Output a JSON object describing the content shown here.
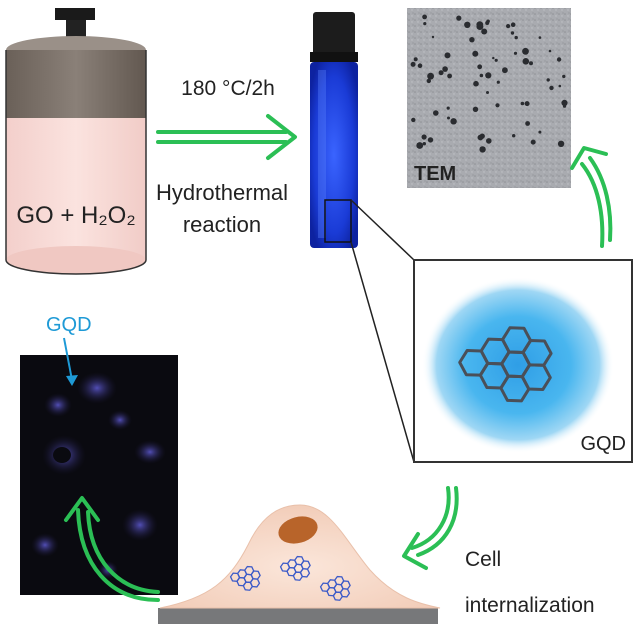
{
  "reactor": {
    "label": "GO + H₂O₂"
  },
  "reaction": {
    "condition": "180 °C/2h",
    "line1": "Hydrothermal",
    "line2": "reaction"
  },
  "tem": {
    "label": "TEM"
  },
  "gqd_zoom": {
    "label": "GQD"
  },
  "fluorescence": {
    "label": "GQD"
  },
  "cell": {
    "line1": "Cell",
    "line2": "internalization"
  },
  "colors": {
    "arrow_green": "#2bbf55",
    "vial_blue": "#1c3fd8",
    "glow_blue": "#29a9e8",
    "cell_pink": "#f6dccc",
    "nucleus_brown": "#b8642a",
    "reactor_liquid": "#f8dcd8",
    "reactor_top": "#7a7068"
  }
}
